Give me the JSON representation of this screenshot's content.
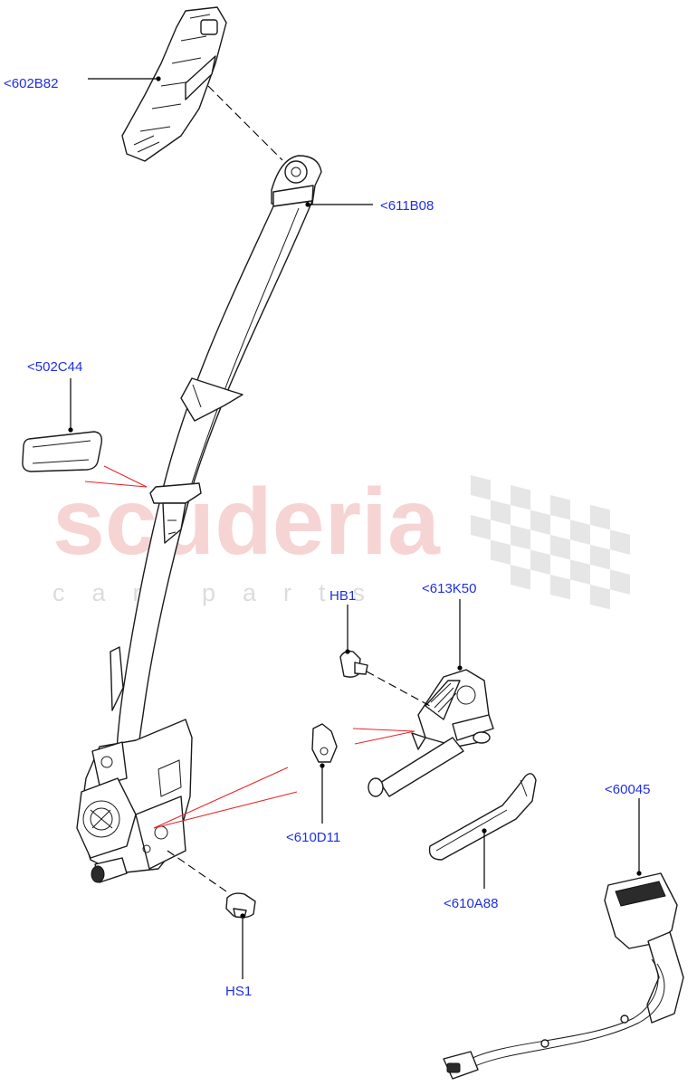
{
  "watermark": {
    "brand": "scuderia",
    "sub": "car parts"
  },
  "callouts": {
    "c602B82": "<602B82",
    "c611B08": "<611B08",
    "c502C44": "<502C44",
    "cHB1": "HB1",
    "c613K50": "<613K50",
    "c610D11": "<610D11",
    "c60045": "<60045",
    "c610A88": "<610A88",
    "cHS1": "HS1"
  },
  "colors": {
    "callout_text": "#1f2fe6",
    "watermark_brand": "#f4c6c6",
    "watermark_sub": "#dcdcdc",
    "guide_lines": "#e8262a"
  }
}
